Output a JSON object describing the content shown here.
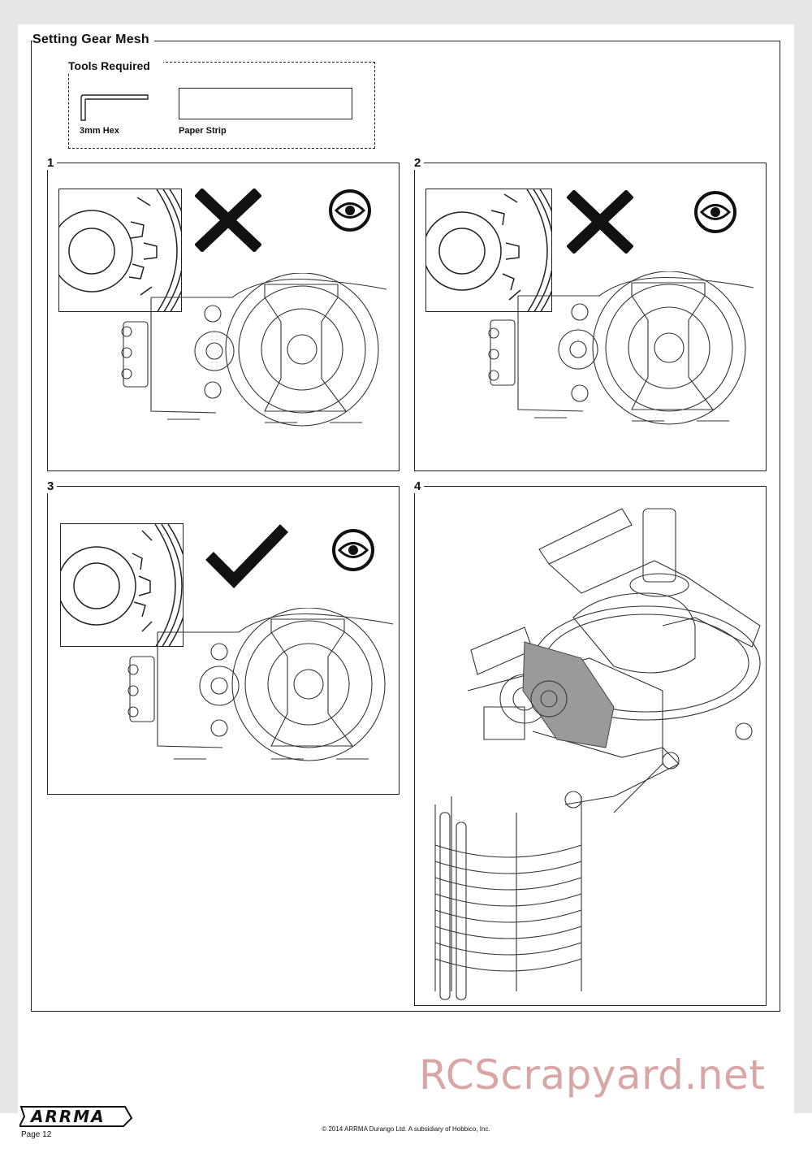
{
  "page": {
    "section_title": "Setting Gear Mesh",
    "page_number": "Page 12",
    "copyright": "© 2014 ARRMA Durango Ltd. A subsidiary of Hobbico, Inc.",
    "brand": "ARRMA",
    "watermark": "RCScrapyard.net"
  },
  "tools": {
    "title": "Tools Required",
    "items": [
      {
        "label": "3mm Hex",
        "icon": "hex-key-icon"
      },
      {
        "label": "Paper Strip",
        "icon": "paper-strip-icon"
      }
    ]
  },
  "steps": [
    {
      "number": "1",
      "result": "incorrect",
      "result_icon": "x-mark-icon",
      "inspect_icon": "eye-icon"
    },
    {
      "number": "2",
      "result": "incorrect",
      "result_icon": "x-mark-icon",
      "inspect_icon": "eye-icon"
    },
    {
      "number": "3",
      "result": "correct",
      "result_icon": "check-mark-icon",
      "inspect_icon": "eye-icon"
    },
    {
      "number": "4"
    }
  ]
}
